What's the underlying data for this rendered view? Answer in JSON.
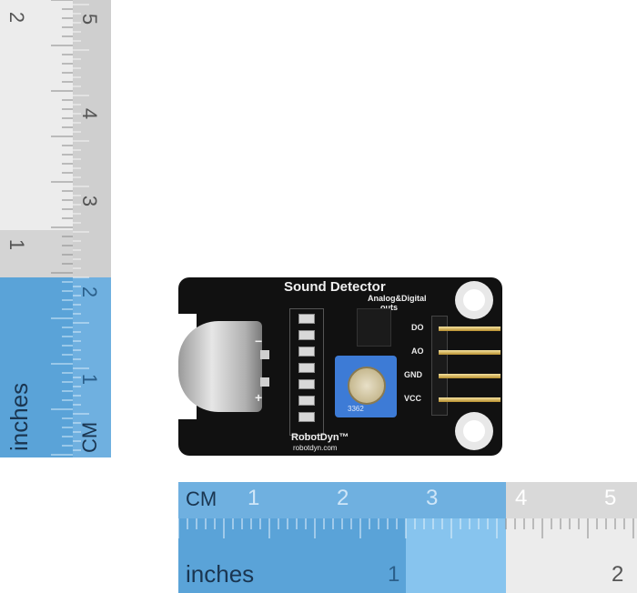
{
  "vertical_ruler": {
    "inch_label": "inches",
    "cm_label": "CM",
    "inch_numbers": [
      "2",
      "1"
    ],
    "cm_numbers": [
      "5",
      "4",
      "3",
      "2",
      "1"
    ]
  },
  "horizontal_ruler": {
    "cm_label": "CM",
    "inch_label": "inches",
    "cm_numbers": [
      "1",
      "2",
      "3",
      "4",
      "5"
    ],
    "inch_numbers": [
      "1",
      "2"
    ]
  },
  "board": {
    "title": "Sound Detector",
    "subtitle_line1": "Analog&Digital",
    "subtitle_line2": "outs",
    "pins": [
      "DO",
      "AO",
      "GND",
      "VCC"
    ],
    "brand": "RobotDyn™",
    "url": "robotdyn.com",
    "pot_code": "3362",
    "minus": "−",
    "plus": "+"
  },
  "colors": {
    "ruler_blue": "#5aa3d8",
    "ruler_light_blue": "#87c4ee",
    "board_black": "#111111",
    "pot_blue": "#3d7bd6"
  }
}
